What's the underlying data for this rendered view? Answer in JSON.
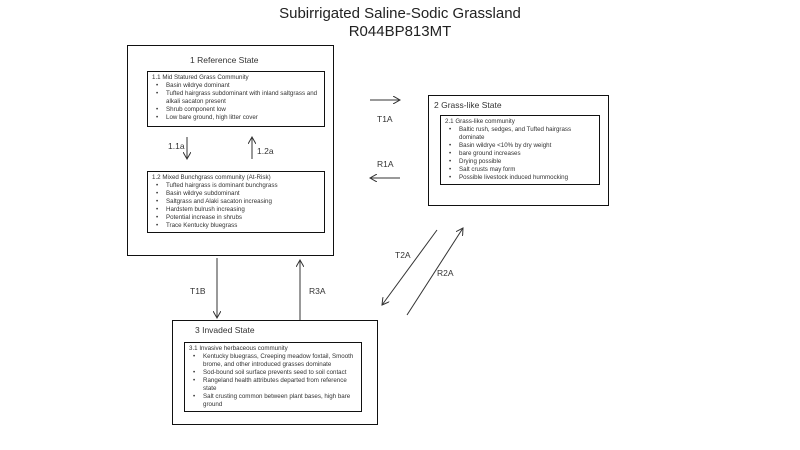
{
  "title": "Subirrigated Saline-Sodic Grassland",
  "subtitle": "R044BP813MT",
  "states": {
    "s1": {
      "label": "1 Reference State"
    },
    "s2": {
      "label": "2 Grass-like State"
    },
    "s3": {
      "label": "3 Invaded State"
    }
  },
  "communities": {
    "c11": {
      "title": "1.1 Mid Statured Grass Community",
      "items": [
        "Basin wildrye dominant",
        "Tufted hairgrass subdominant  with inland saltgrass and alkali sacaton present",
        "Shrub component low",
        "Low bare ground, high litter cover"
      ]
    },
    "c12": {
      "title": "1.2 Mixed Bunchgrass community (At-Risk)",
      "items": [
        "Tufted hairgrass is dominant bunchgrass",
        "Basin wildrye subdominant",
        "Saltgrass and Alaki sacaton increasing",
        "Hardstem bulrush increasing",
        "Potential increase in shrubs",
        "Trace Kentucky bluegrass"
      ]
    },
    "c21": {
      "title": "2.1 Grass-like community",
      "items": [
        "Baltic rush, sedges, and Tufted hairgrass dominate",
        "Basin wildrye <10% by dry weight",
        "bare ground increases",
        "Drying possible",
        "Salt crusts may form",
        "Possible livestock induced hummocking"
      ]
    },
    "c31": {
      "title": "3.1 Invasive herbaceous community",
      "items": [
        "Kentucky bluegrass, Creeping meadow foxtail, Smooth brome, and other introduced grasses dominate",
        "Sod-bound  soil surface prevents seed to soil contact",
        "Rangeland health attributes departed from reference state",
        "Salt crusting common between plant bases, high bare ground"
      ]
    }
  },
  "transitions": {
    "t11a": "1.1a",
    "t12a": "1.2a",
    "T1A": "T1A",
    "R1A": "R1A",
    "T2A": "T2A",
    "R2A": "R2A",
    "T1B": "T1B",
    "R3A": "R3A"
  }
}
